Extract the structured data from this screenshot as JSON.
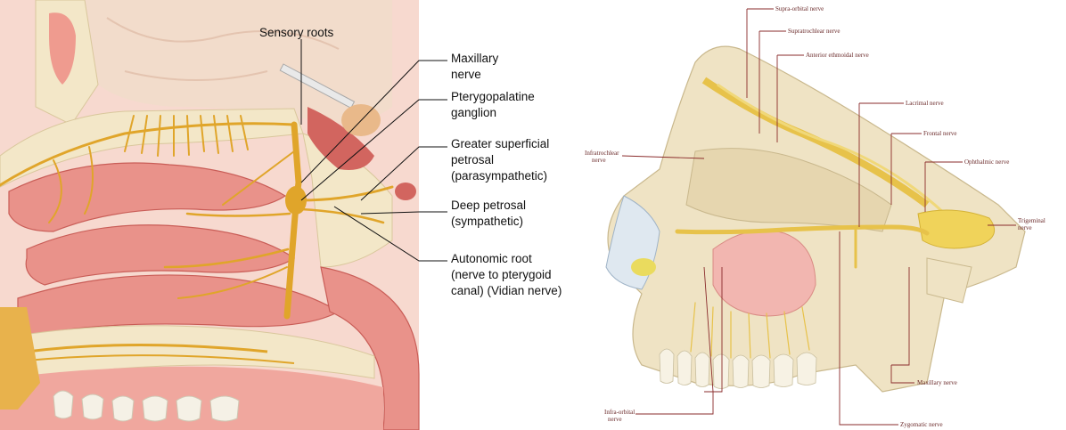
{
  "left_panel": {
    "labels": {
      "sensory_roots": "Sensory roots",
      "maxillary_1": "Maxillary",
      "maxillary_2": "nerve",
      "pterygo_1": "Pterygopalatine",
      "pterygo_2": "ganglion",
      "gsp_1": "Greater superficial",
      "gsp_2": "petrosal",
      "gsp_3": "(parasympathetic)",
      "dp_1": "Deep petrosal",
      "dp_2": "(sympathetic)",
      "ar_1": "Autonomic root",
      "ar_2": "(nerve to pterygoid",
      "ar_3": "canal) (Vidian nerve)"
    }
  },
  "right_panel": {
    "labels": {
      "supraorbital": "Supra-orbital nerve",
      "supratrochlear": "Supratrochlear nerve",
      "anterior_ethmoidal": "Anterior ethmoidal nerve",
      "lacrimal": "Lacrimal nerve",
      "frontal": "Frontal nerve",
      "ophthalmic": "Ophthalmic nerve",
      "trigeminal_1": "Trigeminal",
      "trigeminal_2": "nerve",
      "infratrochlear_1": "Infratrochlear",
      "infratrochlear_2": "nerve",
      "maxillary": "Maxillary nerve",
      "zygomatic": "Zygomatic nerve",
      "infraorbital_1": "Infra-orbital",
      "infraorbital_2": "nerve"
    }
  },
  "colors": {
    "mucosa": "#e9928a",
    "mucosa_dark": "#d2655f",
    "bone": "#f3e7c8",
    "brain": "#f2dccb",
    "nerve": "#e0a52a",
    "skull": "#efe3c4",
    "label_line_right": "#8a2b2b"
  }
}
